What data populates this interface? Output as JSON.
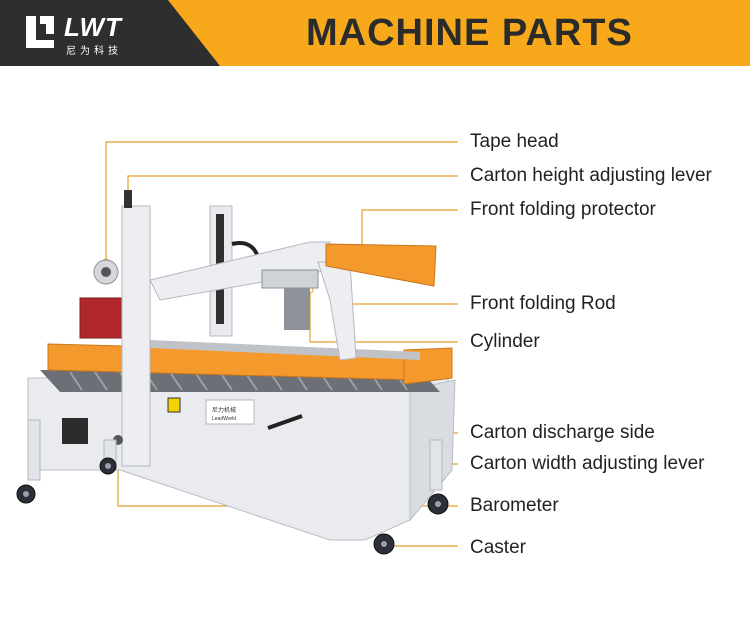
{
  "brand": {
    "logo_text": "LWT",
    "logo_subtext": "尼为科技",
    "colors": {
      "accent": "#f7a81b",
      "dark": "#2e2e2e"
    }
  },
  "title": "MACHINE PARTS",
  "parts": [
    {
      "label": "Tape head"
    },
    {
      "label": "Carton height adjusting lever"
    },
    {
      "label": "Front folding protector"
    },
    {
      "label": "Front folding Rod"
    },
    {
      "label": "Cylinder"
    },
    {
      "label": "Carton discharge side"
    },
    {
      "label": "Carton width adjusting lever"
    },
    {
      "label": "Barometer"
    },
    {
      "label": "Caster"
    }
  ],
  "machine": {
    "plate_brand": "尼力机械",
    "plate_brand_en": "LeadWorld",
    "icon": "carton-sealer-machine-illustration"
  }
}
